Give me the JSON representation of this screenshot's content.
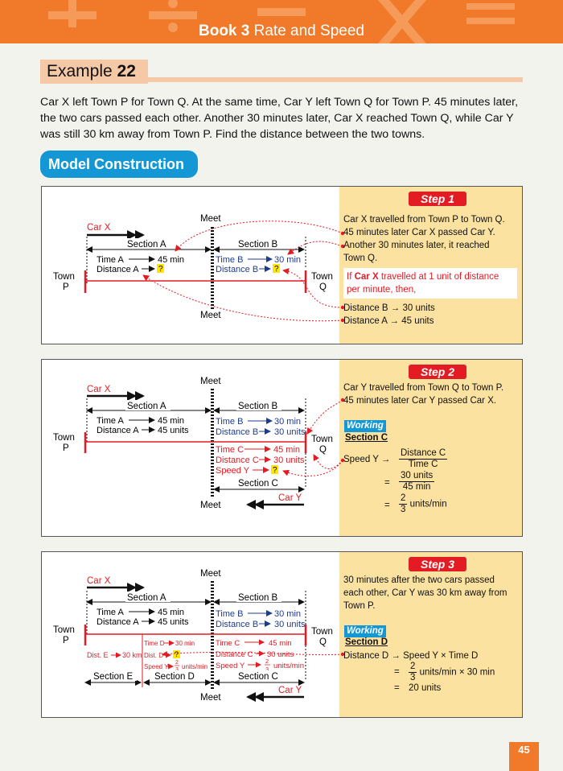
{
  "header": {
    "book": "Book 3",
    "topic": "Rate and Speed"
  },
  "example": {
    "label": "Example",
    "number": "22"
  },
  "question": "Car X left Town P for Town Q. At the same time, Car Y left Town Q for Town P. 45 minutes later, the two cars passed each other. Another 30 minutes later, Car X reached Town Q, while Car Y was still 30 km away from Town P. Find the distance between the two towns.",
  "model_construction": "Model Construction",
  "diagram": {
    "car_x": "Car X",
    "car_y": "Car Y",
    "meet": "Meet",
    "town_p": [
      "Town",
      "P"
    ],
    "town_q": [
      "Town",
      "Q"
    ],
    "section_a": "Section A",
    "section_b": "Section B",
    "section_c": "Section C",
    "section_d": "Section D",
    "section_e": "Section E",
    "time_a": "Time A",
    "distance_a": "Distance A",
    "min45": "45 min",
    "units45": "45 units",
    "time_b": "Time B",
    "distance_b": "Distance B",
    "min30": "30 min",
    "units30": "30 units",
    "time_c": "Time C",
    "distance_c": "Distance C",
    "speed_y": "Speed Y",
    "qmark": "?",
    "time_d": "Time D",
    "dist_d": "Dist. D",
    "dist_e": "Dist. E",
    "km30": "30 km",
    "units_min": "units/min",
    "two": "2",
    "three": "3"
  },
  "step1": {
    "label": "Step 1",
    "lines": [
      "Car X travelled from Town P to Town Q.",
      "45 minutes later Car X passed Car Y.",
      "Another 30 minutes later, it reached",
      "Town Q."
    ],
    "note_prefix": "If ",
    "note_bold": "Car X",
    "note_rest": " travelled at 1 unit of distance",
    "note_line2": "per minute, then,",
    "result1": "Distance B  →  30 units",
    "result2": "Distance A  →  45 units"
  },
  "step2": {
    "label": "Step 2",
    "lines": [
      "Car Y travelled from Town Q to Town P.",
      "45 minutes later Car Y passed Car X."
    ],
    "working": "Working",
    "section": "Section C",
    "speed_lhs": "Speed Y  →",
    "frac1_num": "Distance C",
    "frac1_den": "Time C",
    "eq": "=",
    "frac2_num": "30 units",
    "frac2_den": "45 min",
    "frac3_num": "2",
    "frac3_den": "3",
    "unit": "units/min"
  },
  "step3": {
    "label": "Step 3",
    "lines": [
      "30 minutes after the two cars passed",
      "each other, Car Y was 30 km away from",
      "Town P."
    ],
    "working": "Working",
    "section": "Section D",
    "line1": "Distance D  →  Speed Y × Time D",
    "eq": "=",
    "frac_num": "2",
    "frac_den": "3",
    "line2_rest": "units/min × 30 min",
    "line3": "20 units"
  },
  "page_number": "45",
  "colors": {
    "orange": "#f07a2a",
    "blue": "#1497d5",
    "red": "#e31b23",
    "panel": "#fce2a0",
    "navy": "#1d3c8f"
  }
}
